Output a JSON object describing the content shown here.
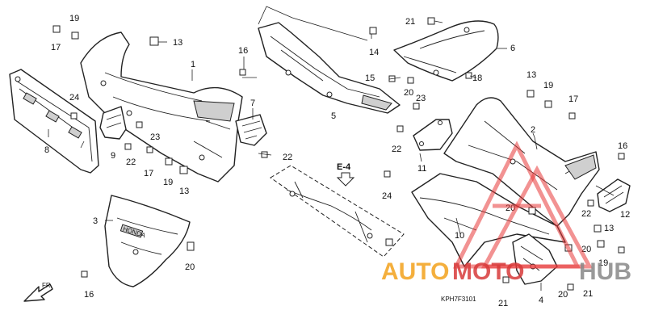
{
  "callouts": {
    "c1": "1",
    "c2": "2",
    "c3": "3",
    "c4": "4",
    "c5": "5",
    "c6": "6",
    "c7": "7",
    "c8": "8",
    "c9": "9",
    "c10": "10",
    "c11": "11",
    "c12": "12",
    "c13a": "13",
    "c13b": "13",
    "c13c": "13",
    "c13d": "13",
    "c14": "14",
    "c15": "15",
    "c16a": "16",
    "c16b": "16",
    "c16c": "16",
    "c17a": "17",
    "c17b": "17",
    "c17c": "17",
    "c18": "18",
    "c19a": "19",
    "c19b": "19",
    "c19c": "19",
    "c19d": "19",
    "c20a": "20",
    "c20b": "20",
    "c20c": "20",
    "c20d": "20",
    "c20e": "20",
    "c21a": "21",
    "c21b": "21",
    "c21c": "21",
    "c22a": "22",
    "c22b": "22",
    "c22c": "22",
    "c22d": "22",
    "c23a": "23",
    "c23b": "23",
    "c24a": "24",
    "c24b": "24"
  },
  "ref_arrow_label": "E-4",
  "direction_label": "FR.",
  "brand_mark": "HONDA",
  "diagram_code": "KPH7F3101",
  "watermark": {
    "part1": "AUTO",
    "part2": "MOTO",
    "part3": "HUB",
    "colors": {
      "auto": "#f3a21c",
      "moto": "#d83a3a",
      "hub": "#888888",
      "triangle": "#e83838"
    }
  }
}
